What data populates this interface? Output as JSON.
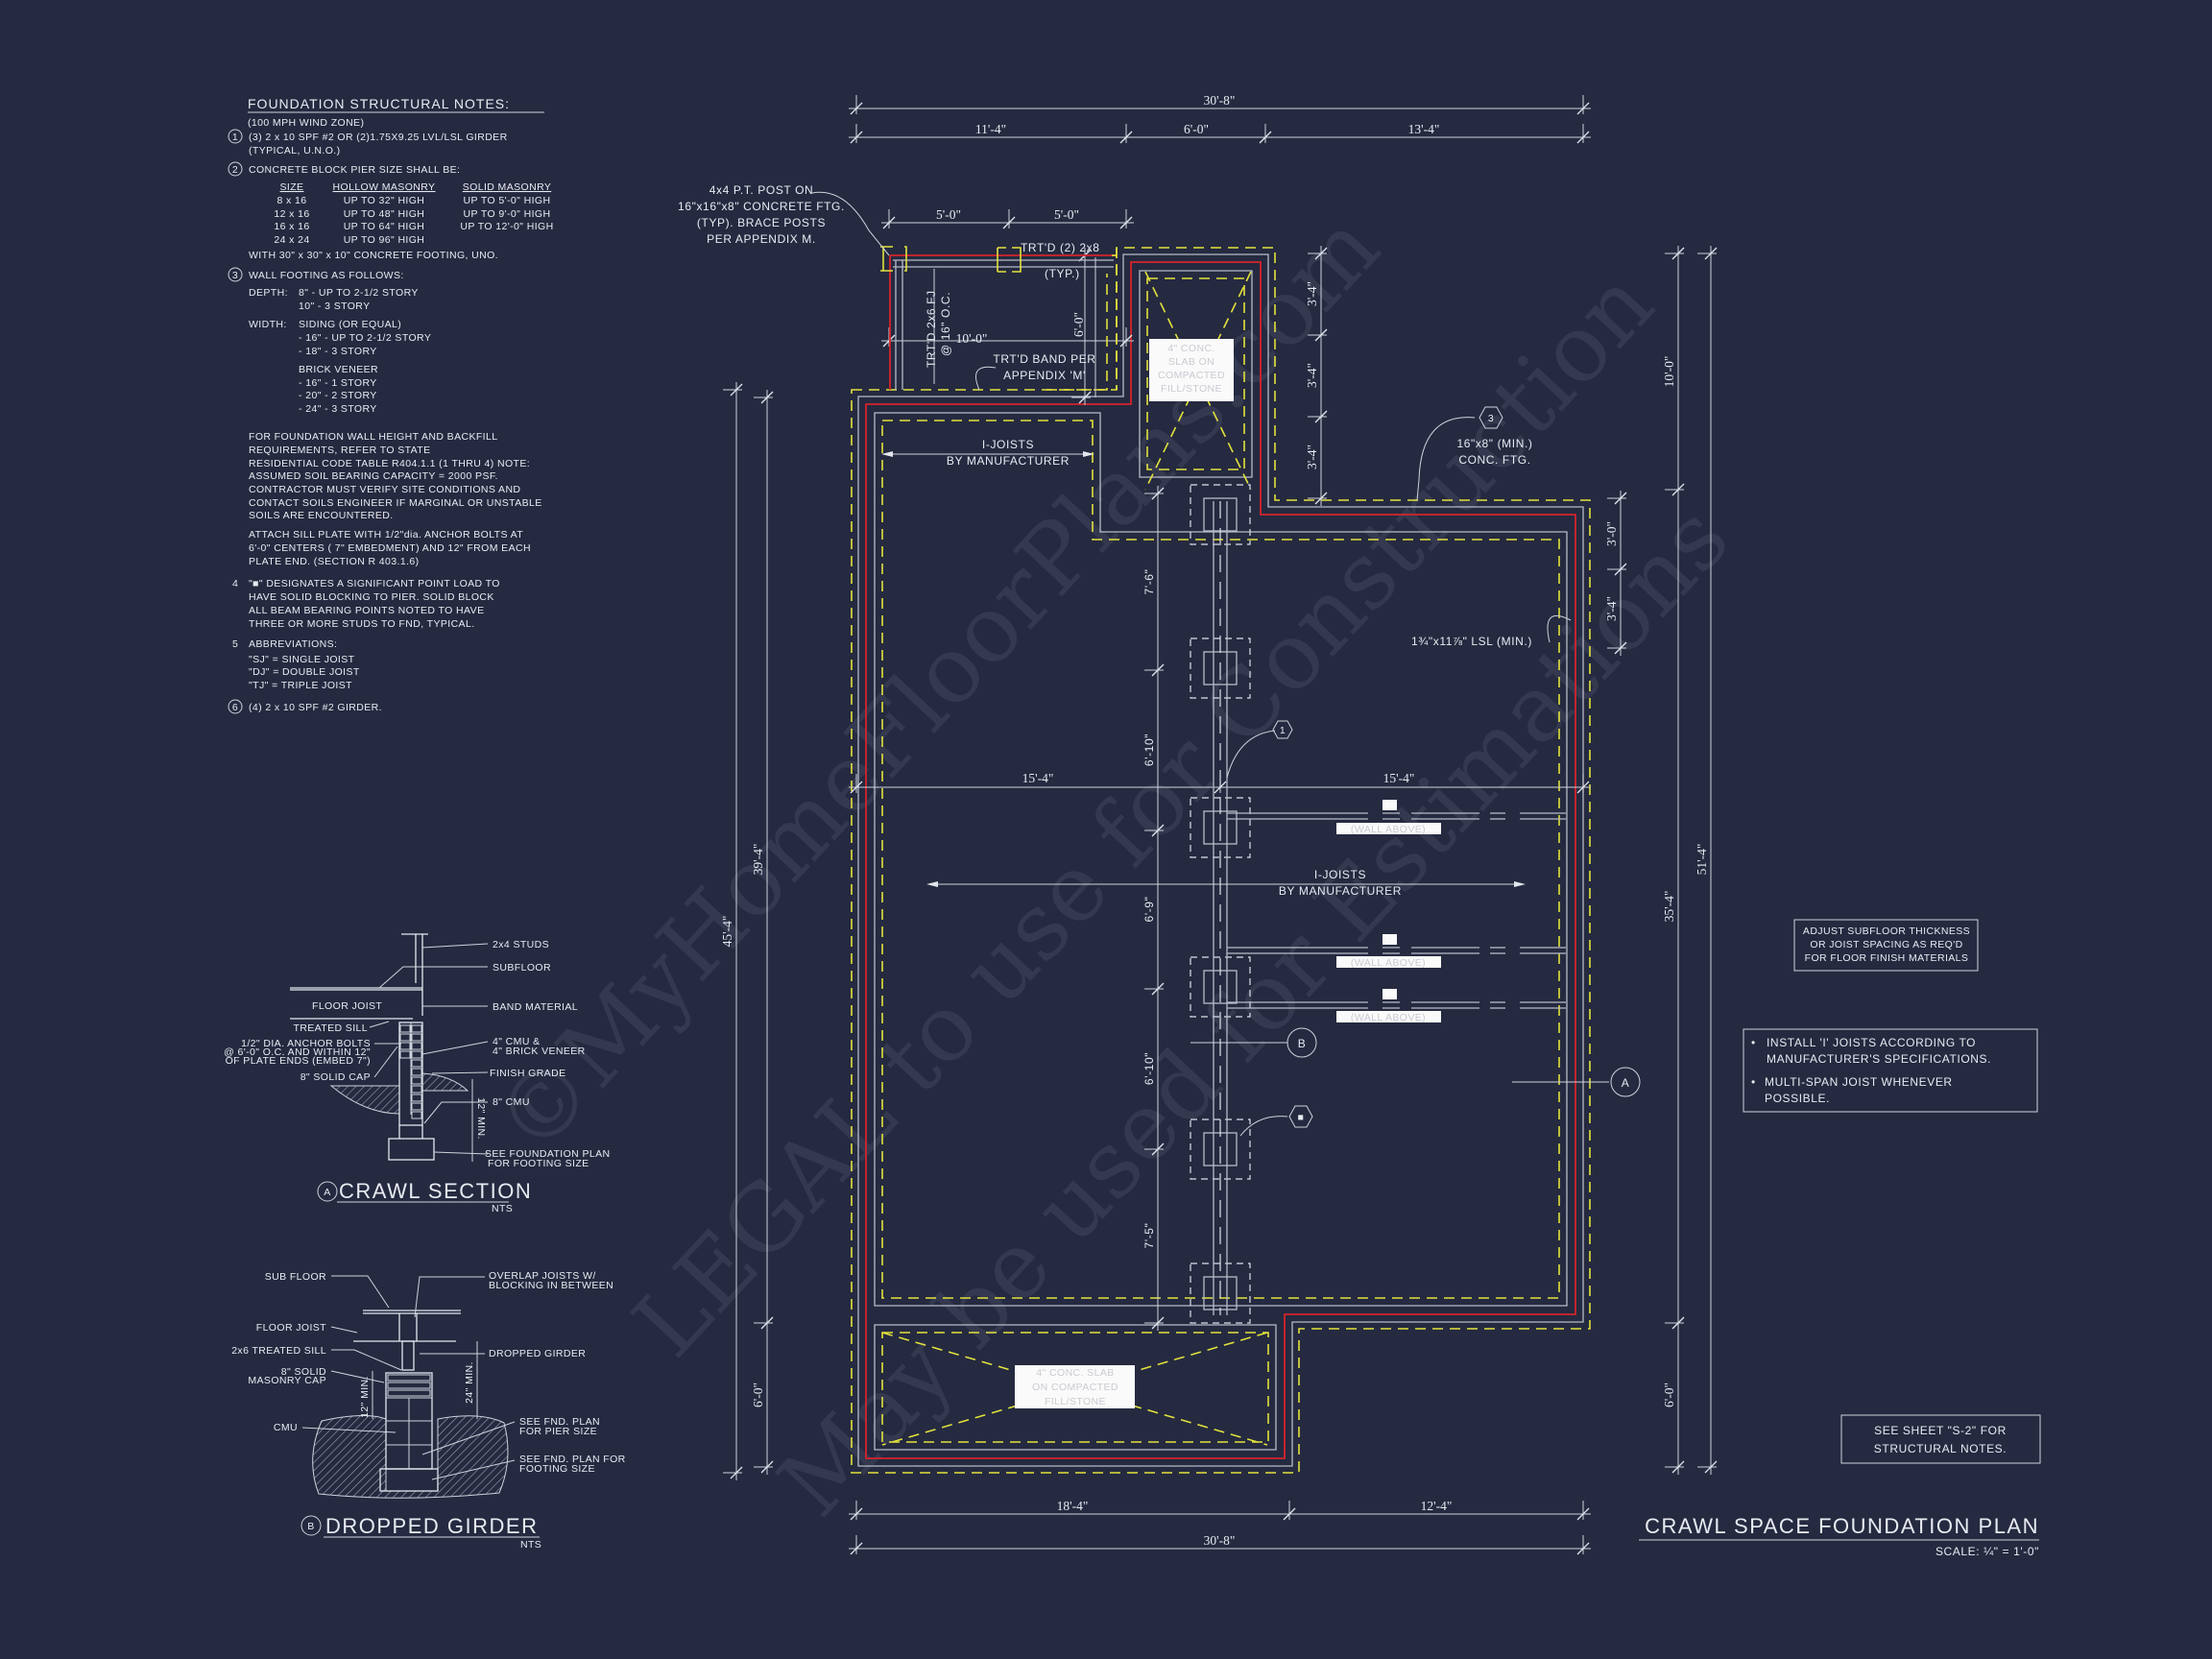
{
  "colors": {
    "background": "#252a40",
    "linework": "#e4e6ee",
    "footing_dashed": "#e3e23c",
    "wall_red": "#d5232b"
  },
  "notes": {
    "title": "FOUNDATION STRUCTURAL NOTES:",
    "subtitle": "(100 MPH WIND ZONE)",
    "n1_marker": "1",
    "n1": [
      "(3) 2 x 10 SPF #2 OR (2)1.75X9.25 LVL/LSL GIRDER",
      "(TYPICAL, U.N.O.)"
    ],
    "n2_marker": "2",
    "n2": "CONCRETE BLOCK PIER SIZE SHALL BE:",
    "pier_table": {
      "headers": [
        "SIZE",
        "HOLLOW MASONRY",
        "SOLID MASONRY"
      ],
      "rows": [
        [
          "8 x 16",
          "UP TO 32\" HIGH",
          "UP TO 5'-0\" HIGH"
        ],
        [
          "12 x 16",
          "UP TO 48\" HIGH",
          "UP TO 9'-0\" HIGH"
        ],
        [
          "16 x 16",
          "UP TO 64\" HIGH",
          "UP TO 12'-0\" HIGH"
        ],
        [
          "24 x 24",
          "UP TO 96\" HIGH",
          ""
        ]
      ]
    },
    "n2_footing": "WITH 30\" x 30\" x 10\" CONCRETE FOOTING, UNO.",
    "n3_marker": "3",
    "n3": "WALL FOOTING AS FOLLOWS:",
    "depth_label": "DEPTH:",
    "depth": [
      "8\" - UP TO 2-1/2 STORY",
      "10\" - 3 STORY"
    ],
    "width_label": "WIDTH:",
    "width": [
      "SIDING (OR EQUAL)",
      "- 16\" - UP TO 2-1/2 STORY",
      "- 18\" - 3 STORY"
    ],
    "brick": [
      "BRICK VENEER",
      "- 16\" - 1 STORY",
      "- 20\" - 2 STORY",
      "- 24\" - 3 STORY"
    ],
    "backfill": [
      "FOR FOUNDATION WALL HEIGHT AND BACKFILL",
      "REQUIREMENTS, REFER TO STATE",
      "RESIDENTIAL CODE TABLE R404.1.1 (1 THRU 4) NOTE:",
      "ASSUMED SOIL BEARING CAPACITY = 2000 PSF.",
      "CONTRACTOR MUST VERIFY SITE CONDITIONS AND",
      "CONTACT SOILS ENGINEER IF MARGINAL OR UNSTABLE",
      "SOILS ARE ENCOUNTERED."
    ],
    "sill": [
      "ATTACH SILL PLATE WITH 1/2\"dia. ANCHOR BOLTS AT",
      "6'-0\" CENTERS ( 7\" EMBEDMENT) AND 12\" FROM EACH",
      "PLATE END. (SECTION R 403.1.6)"
    ],
    "n4_marker": "4",
    "n4": [
      "\"■\" DESIGNATES A SIGNIFICANT POINT LOAD TO",
      "HAVE SOLID BLOCKING TO PIER.  SOLID BLOCK",
      "ALL BEAM BEARING POINTS NOTED TO HAVE",
      "THREE OR MORE STUDS TO FND, TYPICAL."
    ],
    "n5_marker": "5",
    "n5": "ABBREVIATIONS:",
    "abbr": [
      "\"SJ\" = SINGLE JOIST",
      "\"DJ\" = DOUBLE JOIST",
      "\"TJ\" = TRIPLE JOIST"
    ],
    "n6_marker": "6",
    "n6": "(4) 2 x 10 SPF #2 GIRDER."
  },
  "detail_a": {
    "marker": "A",
    "title": "CRAWL SECTION",
    "nts": "NTS",
    "labels": {
      "studs": "2x4 STUDS",
      "subfloor": "SUBFLOOR",
      "floor_joist": "FLOOR JOIST",
      "band": "BAND MATERIAL",
      "sill": "TREATED SILL",
      "anchor": [
        "1/2\" DIA. ANCHOR BOLTS",
        "@ 6'-0\" O.C. AND WITHIN 12\"",
        "OF PLATE ENDS (EMBED 7\")"
      ],
      "cap": "8\" SOLID CAP",
      "cmu_brick": [
        "4\" CMU &",
        "4\" BRICK VENEER"
      ],
      "grade": "FINISH GRADE",
      "cmu": "8\" CMU",
      "min": "12\" MIN.",
      "footing": [
        "SEE FOUNDATION PLAN",
        "FOR FOOTING SIZE"
      ]
    }
  },
  "detail_b": {
    "marker": "B",
    "title": "DROPPED GIRDER",
    "nts": "NTS",
    "labels": {
      "subfloor": "SUB FLOOR",
      "overlap": [
        "OVERLAP JOISTS W/",
        "BLOCKING IN BETWEEN"
      ],
      "floor_joist": "FLOOR JOIST",
      "sill": "2x6 TREATED SILL",
      "girder": "DROPPED GIRDER",
      "cap": [
        "8\" SOLID",
        "MASONRY CAP"
      ],
      "min12": "12\" MIN.",
      "min24": "24\" MIN.",
      "cmu": "CMU",
      "pier": [
        "SEE FND. PLAN",
        "FOR PIER SIZE"
      ],
      "footing": [
        "SEE FND. PLAN FOR",
        "FOOTING SIZE"
      ]
    }
  },
  "plan": {
    "dimensions": {
      "top_overall": "30'-8\"",
      "top_a": "11'-4\"",
      "top_b": "6'-0\"",
      "top_c": "13'-4\"",
      "porch_a": "5'-0\"",
      "porch_b": "5'-0\"",
      "porch_width": "10'-0\"",
      "porch_depth": "6'-0\"",
      "left_overall": "45'-4\"",
      "left_main": "39'-4\"",
      "left_bottom": "6'-0\"",
      "right_overall": "51'-4\"",
      "right_top": "10'-0\"",
      "right_main": "35'-4\"",
      "right_bottom": "6'-0\"",
      "slab_segments": [
        "3'-4\"",
        "3'-4\"",
        "3'-4\""
      ],
      "right_small": [
        "3'-0\"",
        "3'-4\""
      ],
      "girder_spans": [
        "7'-6\"",
        "6'-10\"",
        "6'-9\"",
        "6'-10\"",
        "7'-5\""
      ],
      "mid_left": "15'-4\"",
      "mid_right": "15'-4\"",
      "bottom_a": "18'-4\"",
      "bottom_b": "12'-4\"",
      "bottom_overall": "30'-8\""
    },
    "labels": {
      "post_note": [
        "4x4 P.T. POST ON",
        "16\"x16\"x8\" CONCRETE FTG.",
        "(TYP). BRACE POSTS",
        "PER APPENDIX M."
      ],
      "trtd_2x8": "TRT'D (2) 2x8",
      "typ": "(TYP.)",
      "trtd_fj": [
        "TRT'D 2x6 FJ",
        "@ 16\" O.C."
      ],
      "band": [
        "TRT'D BAND PER",
        "APPENDIX 'M'"
      ],
      "joists_1": [
        "I-JOISTS",
        "BY MANUFACTURER"
      ],
      "joists_2": [
        "I-JOISTS",
        "BY MANUFACTURER"
      ],
      "conc_ftg": [
        "16\"x8\" (MIN.)",
        "CONC. FTG."
      ],
      "lsl": "1¾\"x11⅞\" LSL (MIN.)",
      "slab_top": [
        "4\" CONC.",
        "SLAB ON",
        "COMPACTED",
        "FILL/STONE"
      ],
      "slab_bottom": [
        "4\" CONC. SLAB",
        "ON COMPACTED",
        "FILL/STONE"
      ],
      "wall_above": "(WALL ABOVE)"
    },
    "callouts": {
      "girder": "1",
      "footing": "3",
      "point_load": "■",
      "section_b": "B",
      "section_a": "A"
    }
  },
  "side_notes": {
    "subfloor": [
      "ADJUST SUBFLOOR THICKNESS",
      "OR JOIST SPACING AS REQ'D",
      "FOR FLOOR FINISH MATERIALS"
    ],
    "joists": [
      [
        "INSTALL 'I' JOISTS ACCORDING TO",
        "MANUFACTURER'S SPECIFICATIONS."
      ],
      [
        "MULTI-SPAN JOIST WHENEVER",
        "POSSIBLE."
      ]
    ],
    "bullet": "•",
    "see_sheet": [
      "SEE SHEET \"S-2\" FOR",
      "STRUCTURAL NOTES."
    ]
  },
  "sheet": {
    "title": "CRAWL SPACE FOUNDATION PLAN",
    "scale": "SCALE: ¼\" = 1'-0\""
  },
  "watermark": [
    "©MyHomeFloorPlans.com",
    "LEGAL to use for Construction",
    "May be used for Estimations"
  ]
}
